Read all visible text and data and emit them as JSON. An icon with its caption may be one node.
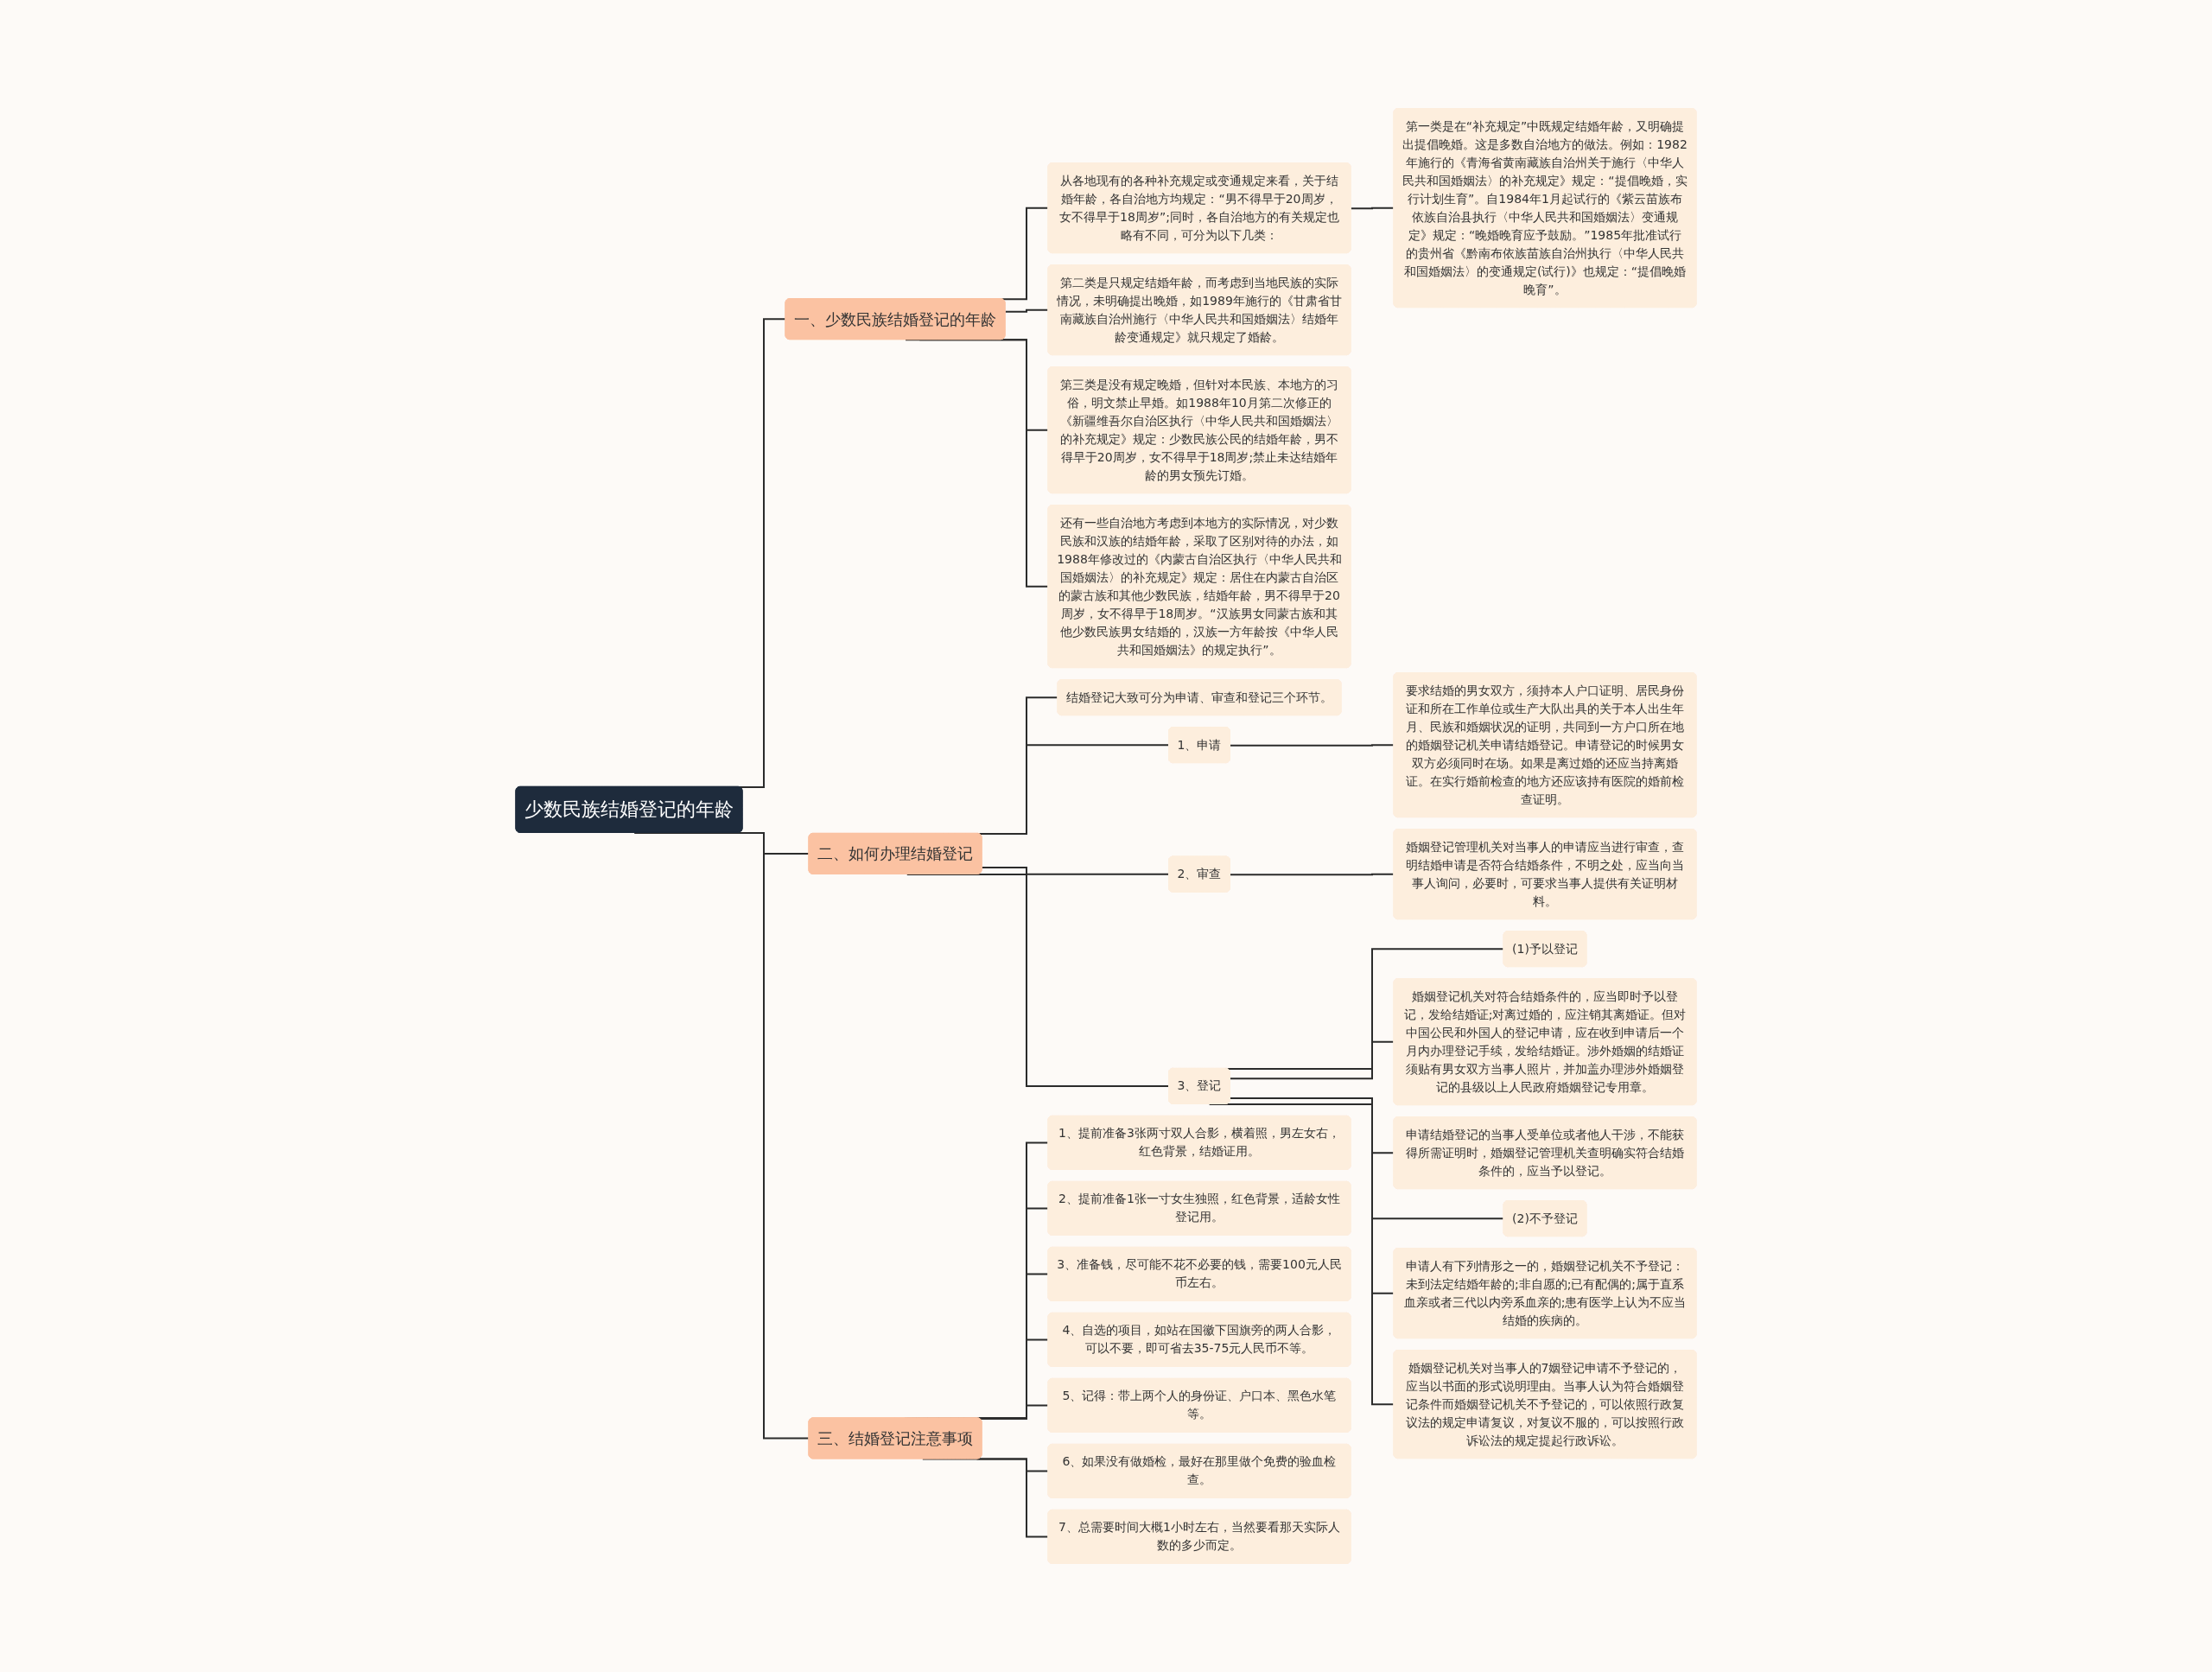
{
  "diagram": {
    "nodes": [
      {
        "text": [
          "少数民族结婚登记的年龄"
        ]
      },
      {
        "text": [
          "一、少数民族结婚登记的年龄"
        ]
      },
      {
        "text": [
          "从各地现有的各种补充规定或变通规定来看，关于结婚年龄，各自治地方均规定：“男不得早于20周岁，女不得早于18周岁”;同时，各自治地方的有关规定也略有不同，可分为以下几类："
        ]
      },
      {
        "text": [
          "第一类是在“补充规定”中既规定结婚年龄，又明确提出提倡晚婚。这是多数自治地方的做法。例如：1982年施行的《青海省黄南藏族自治州关于施行〈中华人民共和国婚姻法〉的补充规定》规定：“提倡晚婚，实行计划生育”。自1984年1月起试行的《紫云苗族布依族自治县执行〈中华人民共和国婚姻法〉变通规定》规定：“晚婚晚育应予鼓励。”1985年批准试行的贵州省《黔南布依族苗族自治州执行〈中华人民共和国婚姻法〉的变通规定(试行)》也规定：“提倡晚婚晚育”。"
        ]
      },
      {
        "text": [
          "第二类是只规定结婚年龄，而考虑到当地民族的实际情况，未明确提出晚婚，如1989年施行的《甘肃省甘南藏族自治州施行〈中华人民共和国婚姻法〉结婚年龄变通规定》就只规定了婚龄。"
        ]
      },
      {
        "text": [
          "第三类是没有规定晚婚，但针对本民族、本地方的习俗，明文禁止早婚。如1988年10月第二次修正的《新疆维吾尔自治区执行〈中华人民共和国婚姻法〉的补充规定》规定：少数民族公民的结婚年龄，男不得早于20周岁，女不得早于18周岁;禁止未达结婚年龄的男女预先订婚。"
        ]
      },
      {
        "text": [
          "还有一些自治地方考虑到本地方的实际情况，对少数民族和汉族的结婚年龄，采取了区别对待的办法，如1988年修改过的《内蒙古自治区执行〈中华人民共和国婚姻法〉的补充规定》规定：居住在内蒙古自治区的蒙古族和其他少数民族，结婚年龄，男不得早于20周岁，女不得早于18周岁。“汉族男女同蒙古族和其他少数民族男女结婚的，汉族一方年龄按《中华人民共和国婚姻法》的规定执行”。"
        ]
      },
      {
        "text": [
          "二、如何办理结婚登记"
        ]
      },
      {
        "text": [
          "结婚登记大致可分为申请、审查和登记三个环节。"
        ]
      },
      {
        "text": [
          "1、申请"
        ]
      },
      {
        "text": [
          "要求结婚的男女双方，须持本人户口证明、居民身份证和所在工作单位或生产大队出具的关于本人出生年月、民族和婚姻状况的证明，共同到一方户口所在地的婚姻登记机关申请结婚登记。申请登记的时候男女双方必须同时在场。如果是离过婚的还应当持离婚证。在实行婚前检查的地方还应该持有医院的婚前检查证明。"
        ]
      },
      {
        "text": [
          "2、审查"
        ]
      },
      {
        "text": [
          "婚姻登记管理机关对当事人的申请应当进行审查，查明结婚申请是否符合结婚条件，不明之处，应当向当事人询问，必要时，可要求当事人提供有关证明材料。"
        ]
      },
      {
        "text": [
          "3、登记"
        ]
      },
      {
        "text": [
          "(1)予以登记"
        ]
      },
      {
        "text": [
          "婚姻登记机关对符合结婚条件的，应当即时予以登记，发给结婚证;对离过婚的，应注销其离婚证。但对中国公民和外国人的登记申请，应在收到申请后一个月内办理登记手续，发给结婚证。涉外婚姻的结婚证须贴有男女双方当事人照片，并加盖办理涉外婚姻登记的县级以上人民政府婚姻登记专用章。"
        ]
      },
      {
        "text": [
          "申请结婚登记的当事人受单位或者他人干涉，不能获得所需证明时，婚姻登记管理机关查明确实符合结婚条件的，应当予以登记。"
        ]
      },
      {
        "text": [
          "(2)不予登记"
        ]
      },
      {
        "text": [
          "申请人有下列情形之一的，婚姻登记机关不予登记：未到法定结婚年龄的;非自愿的;已有配偶的;属于直系血亲或者三代以内旁系血亲的;患有医学上认为不应当结婚的疾病的。"
        ]
      },
      {
        "text": [
          "婚姻登记机关对当事人的7姻登记申请不予登记的，应当以书面的形式说明理由。当事人认为符合婚姻登记条件而婚姻登记机关不予登记的，可以依照行政复议法的规定申请复议，对复议不服的，可以按照行政诉讼法的规定提起行政诉讼。"
        ]
      },
      {
        "text": [
          "三、结婚登记注意事项"
        ]
      },
      {
        "text": [
          "1、提前准备3张两寸双人合影，横着照，男左女右，红色背景，结婚证用。"
        ]
      },
      {
        "text": [
          "2、提前准备1张一寸女生独照，红色背景，适龄女性登记用。"
        ]
      },
      {
        "text": [
          "3、准备钱，尽可能不花不必要的钱，需要100元人民币左右。"
        ]
      },
      {
        "text": [
          "4、自选的项目，如站在国徽下国旗旁的两人合影，可以不要，即可省去35-75元人民币不等。"
        ]
      },
      {
        "text": [
          "5、记得：带上两个人的身份证、户口本、黑色水笔等。"
        ]
      },
      {
        "text": [
          "6、如果没有做婚检，最好在那里做个免费的验血检查。"
        ]
      },
      {
        "text": [
          "7、总需要时间大概1小时左右，当然要看那天实际人数的多少而定。"
        ]
      }
    ],
    "edges": [
      {
        "from": 0,
        "to": 1,
        "arrow": "none"
      },
      {
        "from": 1,
        "to": 2,
        "arrow": "none"
      },
      {
        "from": 2,
        "to": 3,
        "arrow": "none"
      },
      {
        "from": 1,
        "to": 4,
        "arrow": "none"
      },
      {
        "from": 1,
        "to": 5,
        "arrow": "none"
      },
      {
        "from": 1,
        "to": 6,
        "arrow": "none"
      },
      {
        "from": 0,
        "to": 7,
        "arrow": "none"
      },
      {
        "from": 7,
        "to": 8,
        "arrow": "none"
      },
      {
        "from": 7,
        "to": 9,
        "arrow": "none"
      },
      {
        "from": 9,
        "to": 10,
        "arrow": "none"
      },
      {
        "from": 7,
        "to": 11,
        "arrow": "none"
      },
      {
        "from": 11,
        "to": 12,
        "arrow": "none"
      },
      {
        "from": 7,
        "to": 13,
        "arrow": "none"
      },
      {
        "from": 13,
        "to": 14,
        "arrow": "none"
      },
      {
        "from": 13,
        "to": 15,
        "arrow": "none"
      },
      {
        "from": 13,
        "to": 16,
        "arrow": "none"
      },
      {
        "from": 13,
        "to": 17,
        "arrow": "none"
      },
      {
        "from": 13,
        "to": 18,
        "arrow": "none"
      },
      {
        "from": 13,
        "to": 19,
        "arrow": "none"
      },
      {
        "from": 0,
        "to": 20,
        "arrow": "none"
      },
      {
        "from": 20,
        "to": 21,
        "arrow": "none"
      },
      {
        "from": 20,
        "to": 22,
        "arrow": "none"
      },
      {
        "from": 20,
        "to": 23,
        "arrow": "none"
      },
      {
        "from": 20,
        "to": 24,
        "arrow": "none"
      },
      {
        "from": 20,
        "to": 25,
        "arrow": "none"
      },
      {
        "from": 20,
        "to": 26,
        "arrow": "none"
      },
      {
        "from": 20,
        "to": 27,
        "arrow": "none"
      }
    ]
  }
}
